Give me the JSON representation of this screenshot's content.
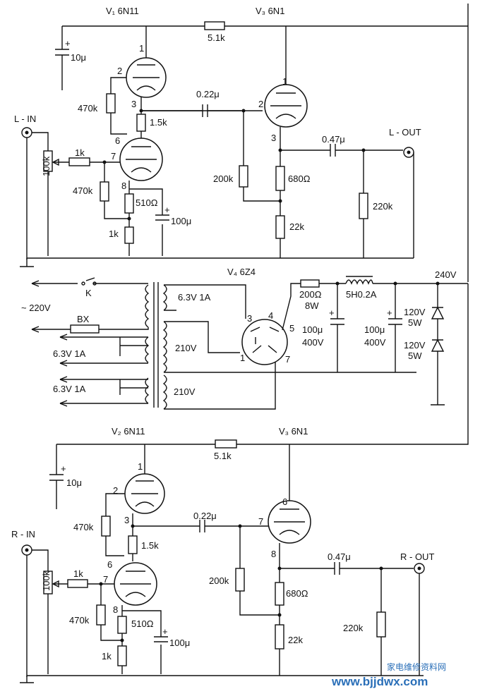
{
  "labels": {
    "v1": "V₁ 6N11",
    "v3_top": "V₃ 6N1",
    "v2": "V₂ 6N11",
    "v3_bot": "V₃ 6N1",
    "v4": "V₄ 6Z4",
    "l_in": "L - IN",
    "l_out": "L - OUT",
    "r_in": "R - IN",
    "r_out": "R - OUT",
    "b_plus": "240V",
    "mains": "~ 220V",
    "switch": "K",
    "fuse": "BX",
    "heater1": "6.3V 1A",
    "heater2": "6.3V 1A",
    "heater_rect": "6.3V   1A",
    "hv1": "210V",
    "hv2": "210V"
  },
  "components": {
    "r_5k1": "5.1k",
    "c_10u": "10μ",
    "c_022": "0.22μ",
    "r_470k": "470k",
    "r_1k5": "1.5k",
    "r_100k": "100k",
    "r_1k": "1k",
    "r_510": "510Ω",
    "c_100u": "100μ",
    "r_200k": "200k",
    "r_680": "680Ω",
    "r_22k": "22k",
    "c_047": "0.47μ",
    "r_220k": "220k",
    "r_200_8w": "200Ω",
    "w8": "8W",
    "choke": "5H0.2A",
    "c_ps_val": "100μ",
    "c_ps_v": "400V",
    "z_120": "120V",
    "z_5w": "5W"
  },
  "pins": {
    "p1": "1",
    "p2": "2",
    "p3": "3",
    "p4": "4",
    "p5": "5",
    "p6": "6",
    "p7": "7",
    "p8": "8"
  },
  "watermark": "www.bjjdwx.com",
  "watermark_cn": "家电维修资料网"
}
